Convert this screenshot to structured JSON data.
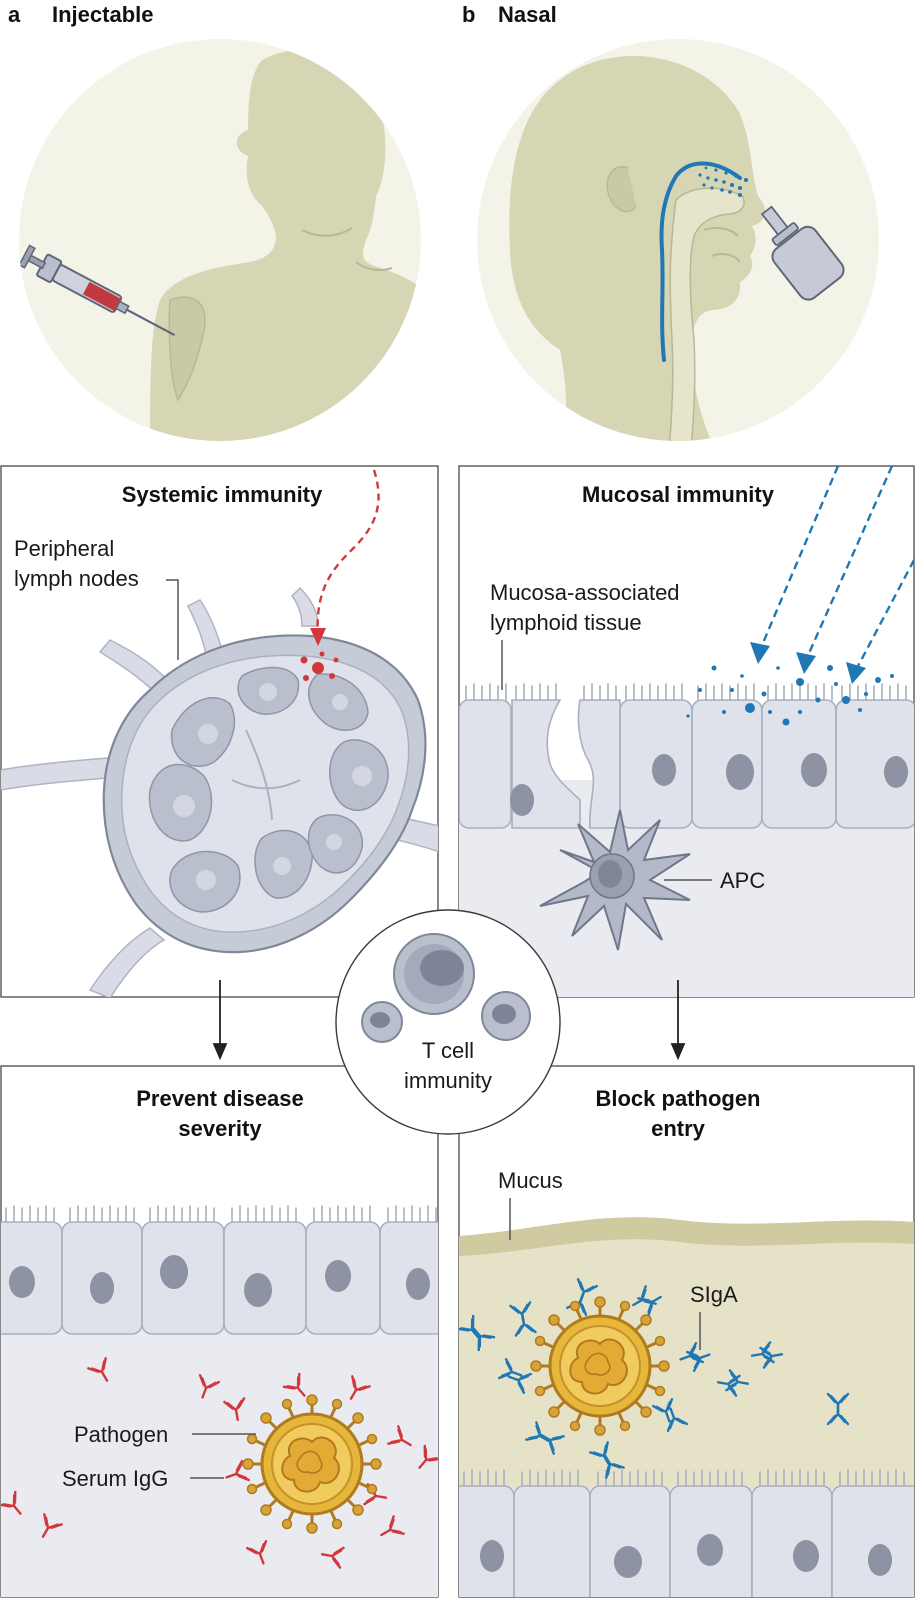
{
  "panels": {
    "a": {
      "letter": "a",
      "title": "Injectable"
    },
    "b": {
      "letter": "b",
      "title": "Nasal"
    }
  },
  "boxes": {
    "systemic": {
      "title": "Systemic immunity",
      "label_line1": "Peripheral",
      "label_line2": "lymph nodes"
    },
    "mucosal": {
      "title": "Mucosal immunity",
      "label_line1": "Mucosa-associated",
      "label_line2": "lymphoid tissue",
      "apc_label": "APC"
    },
    "prevent": {
      "title_line1": "Prevent disease",
      "title_line2": "severity",
      "pathogen_label": "Pathogen",
      "antibody_label": "Serum IgG"
    },
    "block": {
      "title_line1": "Block pathogen",
      "title_line2": "entry",
      "mucus_label": "Mucus",
      "antibody_label": "SIgA"
    }
  },
  "tcell": {
    "label_line1": "T cell",
    "label_line2": "immunity"
  },
  "colors": {
    "silhouette": "#d6d5b4",
    "circle_bg": "#f3f3e8",
    "cell": "#dfe2ea",
    "cell_edge": "#a9afbf",
    "nucleus": "#8d93a3",
    "tissue_bg": "#e9ebf0",
    "red": "#d2373c",
    "blue": "#1f78b4",
    "mucus": "#e0dcc0",
    "pathogen": "#e7b73c",
    "pathogen_dark": "#b07a1e"
  }
}
